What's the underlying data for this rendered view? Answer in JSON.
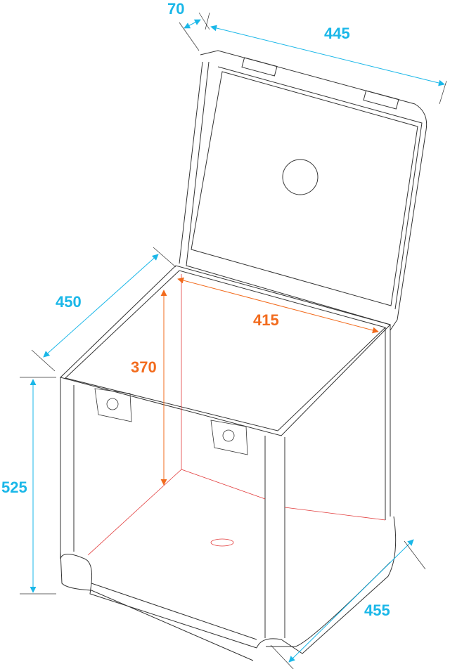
{
  "diagram": {
    "subject": "Flight case with open lid (isometric line drawing)",
    "colors": {
      "outer_dimension": "#1ab7e8",
      "inner_dimension": "#f26b1d",
      "inner_edges": "#e23b3b",
      "lines": "#333333"
    },
    "dimensions": {
      "lid_depth": {
        "label": "70",
        "kind": "outer"
      },
      "width_top": {
        "label": "445",
        "kind": "outer"
      },
      "depth": {
        "label": "450",
        "kind": "outer"
      },
      "height": {
        "label": "525",
        "kind": "outer"
      },
      "width_bottom": {
        "label": "455",
        "kind": "outer"
      },
      "inner_height": {
        "label": "370",
        "kind": "inner"
      },
      "inner_width": {
        "label": "415",
        "kind": "inner"
      }
    }
  }
}
